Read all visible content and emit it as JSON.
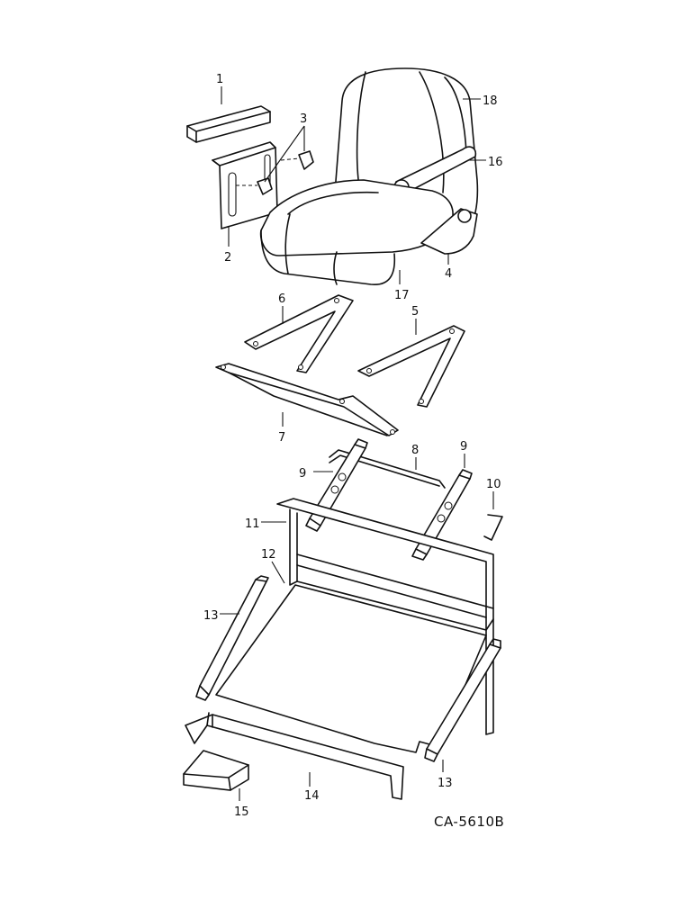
{
  "callouts": [
    {
      "id": "c1",
      "text": "1"
    },
    {
      "id": "c2",
      "text": "2"
    },
    {
      "id": "c3",
      "text": "3"
    },
    {
      "id": "c4",
      "text": "4"
    },
    {
      "id": "c5",
      "text": "5"
    },
    {
      "id": "c6",
      "text": "6"
    },
    {
      "id": "c7",
      "text": "7"
    },
    {
      "id": "c8",
      "text": "8"
    },
    {
      "id": "c9a",
      "text": "9"
    },
    {
      "id": "c9b",
      "text": "9"
    },
    {
      "id": "c10",
      "text": "10"
    },
    {
      "id": "c11",
      "text": "11"
    },
    {
      "id": "c12",
      "text": "12"
    },
    {
      "id": "c13a",
      "text": "13"
    },
    {
      "id": "c13b",
      "text": "13"
    },
    {
      "id": "c14",
      "text": "14"
    },
    {
      "id": "c15",
      "text": "15"
    },
    {
      "id": "c16",
      "text": "16"
    },
    {
      "id": "c17",
      "text": "17"
    },
    {
      "id": "c18",
      "text": "18"
    }
  ],
  "figure_code": "CA-5610B"
}
